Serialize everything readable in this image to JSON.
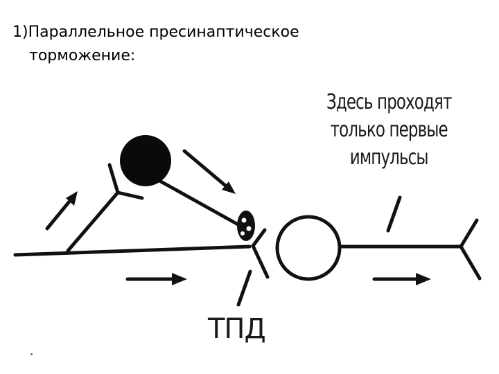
{
  "slide": {
    "title_line1": "1)Параллельное пресинаптическое",
    "title_line2": "торможение:"
  },
  "diagram": {
    "note_line1": "Здесь проходят",
    "note_line2": "только первые",
    "note_line3": "импульсы",
    "label_tpd": "ТПД"
  }
}
